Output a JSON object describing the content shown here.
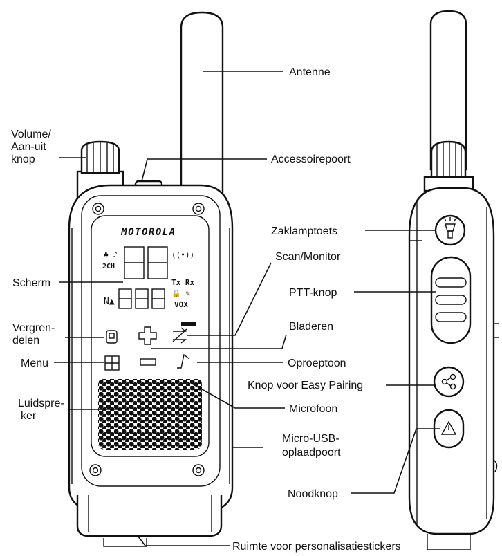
{
  "device": {
    "brand": "MOTOROLA",
    "lcd_symbols": [
      "2CH",
      "Tx Rx",
      "VOX"
    ]
  },
  "labels": {
    "antenna": "Antenne",
    "volume_line1": "Volume/",
    "volume_line2": "Aan-uit",
    "volume_line3": "knop",
    "accessory_port": "Accessoirepoort",
    "flashlight_key": "Zaklamptoets",
    "scan_monitor": "Scan/Monitor",
    "display": "Scherm",
    "ptt": "PTT-knop",
    "lock_line1": "Vergren-",
    "lock_line2": "delen",
    "browse": "Bladeren",
    "menu": "Menu",
    "call_tone": "Oproeptoon",
    "easy_pairing": "Knop voor Easy Pairing",
    "speaker_line1": "Luidspre-",
    "speaker_line2": "ker",
    "microphone": "Microfoon",
    "usb_line1": "Micro-USB-",
    "usb_line2": "oplaadpoort",
    "emergency": "Noodknop",
    "sticker_space": "Ruimte voor personalisatiestickers"
  }
}
